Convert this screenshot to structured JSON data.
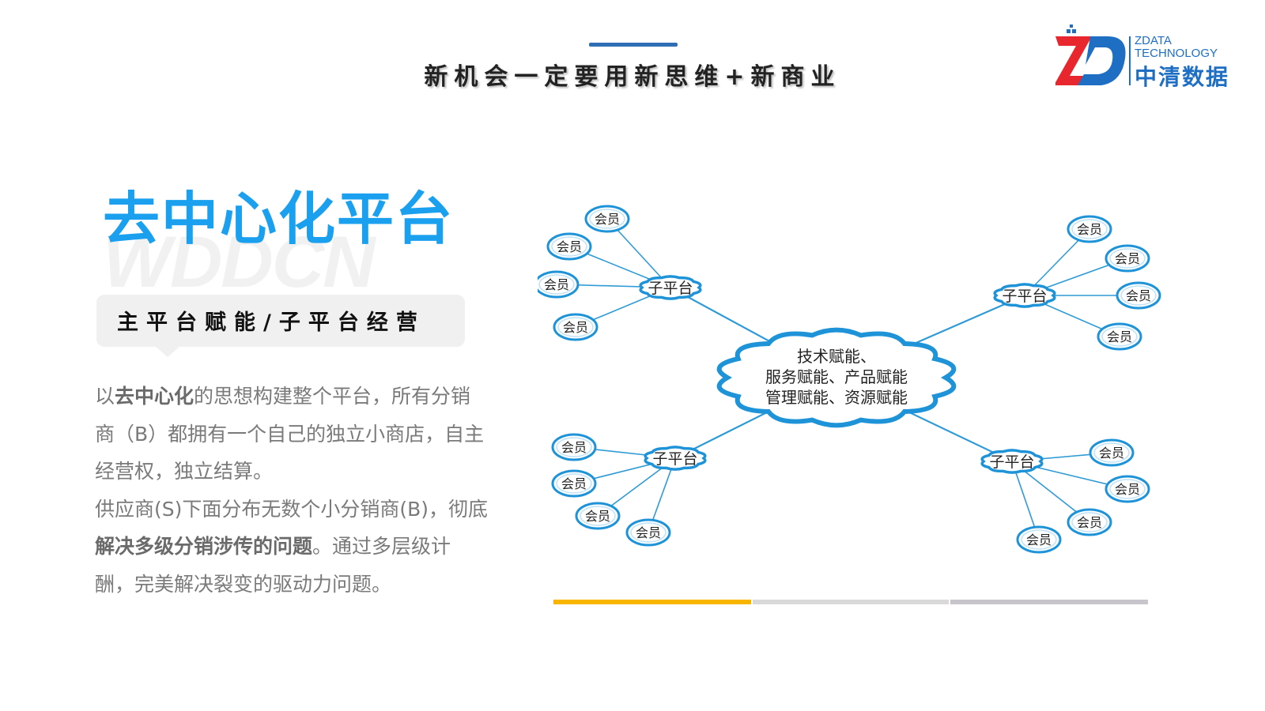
{
  "header": {
    "slogan": "新机会一定要用新思维+新商业"
  },
  "logo": {
    "mark_text": "ZD",
    "english_line1": "ZDATA",
    "english_line2": "TECHNOLOGY",
    "chinese": "中清数据"
  },
  "watermark": "WDDCN",
  "main": {
    "title": "去中心化平台",
    "subtitle": "主平台赋能/子平台经营",
    "para1_prefix": "以",
    "para1_bold": "去中心化",
    "para1_rest": "的思想构建整个平台，所有分销商（B）都拥有一个自己的独立小商店，自主经营权，独立结算。",
    "para2_prefix": "供应商(S)下面分布无数个小分销商(B)，彻底",
    "para2_bold": "解决多级分销涉传的问题",
    "para2_rest": "。通过多层级计酬，完美解决裂变的驱动力问题。"
  },
  "diagram": {
    "center_lines": [
      "技术赋能、",
      "服务赋能、产品赋能",
      "管理赋能、资源赋能"
    ],
    "sub_platform_label": "子平台",
    "member_label": "会员"
  },
  "colors": {
    "accent": "#1aa0ee",
    "line": "#2f9bd6",
    "progress_1": "#f7b500",
    "progress_2": "#d9d9d9",
    "progress_3": "#c8c4cc"
  }
}
